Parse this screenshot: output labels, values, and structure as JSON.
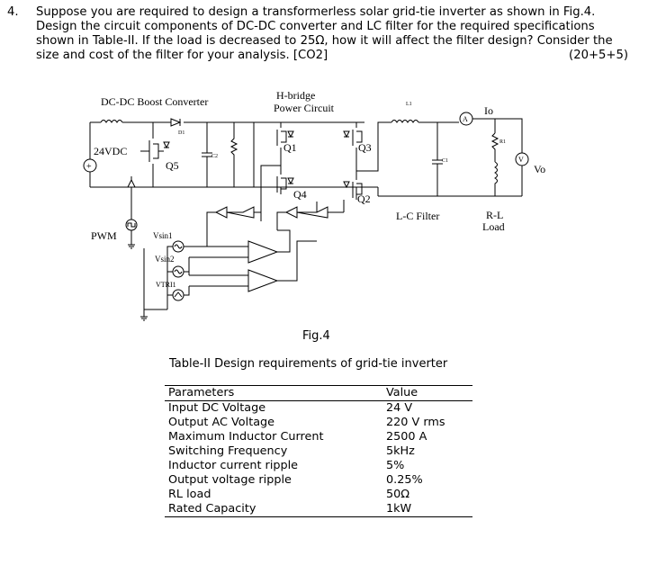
{
  "question": {
    "number": "4.",
    "text": "Suppose you are required to design a transformerless solar grid-tie inverter as shown in Fig.4. Design the circuit components of DC-DC converter and LC filter for the required specifications shown in Table-II. If the load is decreased to 25Ω, how it will affect the filter design? Consider the size and cost of the filter for your analysis. [CO2]",
    "marks": "(20+5+5)"
  },
  "figure": {
    "labels": {
      "boost": "DC-DC Boost Converter",
      "hbridge_line1": "H-bridge",
      "hbridge_line2": "Power Circuit",
      "vdc": "24VDC",
      "d1": "D1",
      "c2": "C2",
      "q1": "Q1",
      "q2": "Q2",
      "q3": "Q3",
      "q4": "Q4",
      "q5": "Q5",
      "l1": "L1",
      "c1": "C1",
      "r1": "R1",
      "io": "Io",
      "vo": "Vo",
      "ammeter": "A",
      "voltmeter": "V",
      "pwm": "PWM",
      "vsin1": "Vsin1",
      "vsin2": "Vsin2",
      "vtri": "VTRI1",
      "lc_filter": "L-C Filter",
      "rl_line1": "R-L",
      "rl_line2": "Load"
    },
    "caption": "Fig.4"
  },
  "table": {
    "caption": "Table-II Design requirements of grid-tie inverter",
    "headers": [
      "Parameters",
      "Value"
    ],
    "rows": [
      [
        "Input DC Voltage",
        "24 V"
      ],
      [
        "Output AC Voltage",
        "220 V rms"
      ],
      [
        "Maximum Inductor Current",
        "2500 A"
      ],
      [
        "Switching Frequency",
        "5kHz"
      ],
      [
        "Inductor current ripple",
        "5%"
      ],
      [
        "Output voltage ripple",
        "0.25%"
      ],
      [
        "RL load",
        "50Ω"
      ],
      [
        "Rated Capacity",
        "1kW"
      ]
    ]
  }
}
